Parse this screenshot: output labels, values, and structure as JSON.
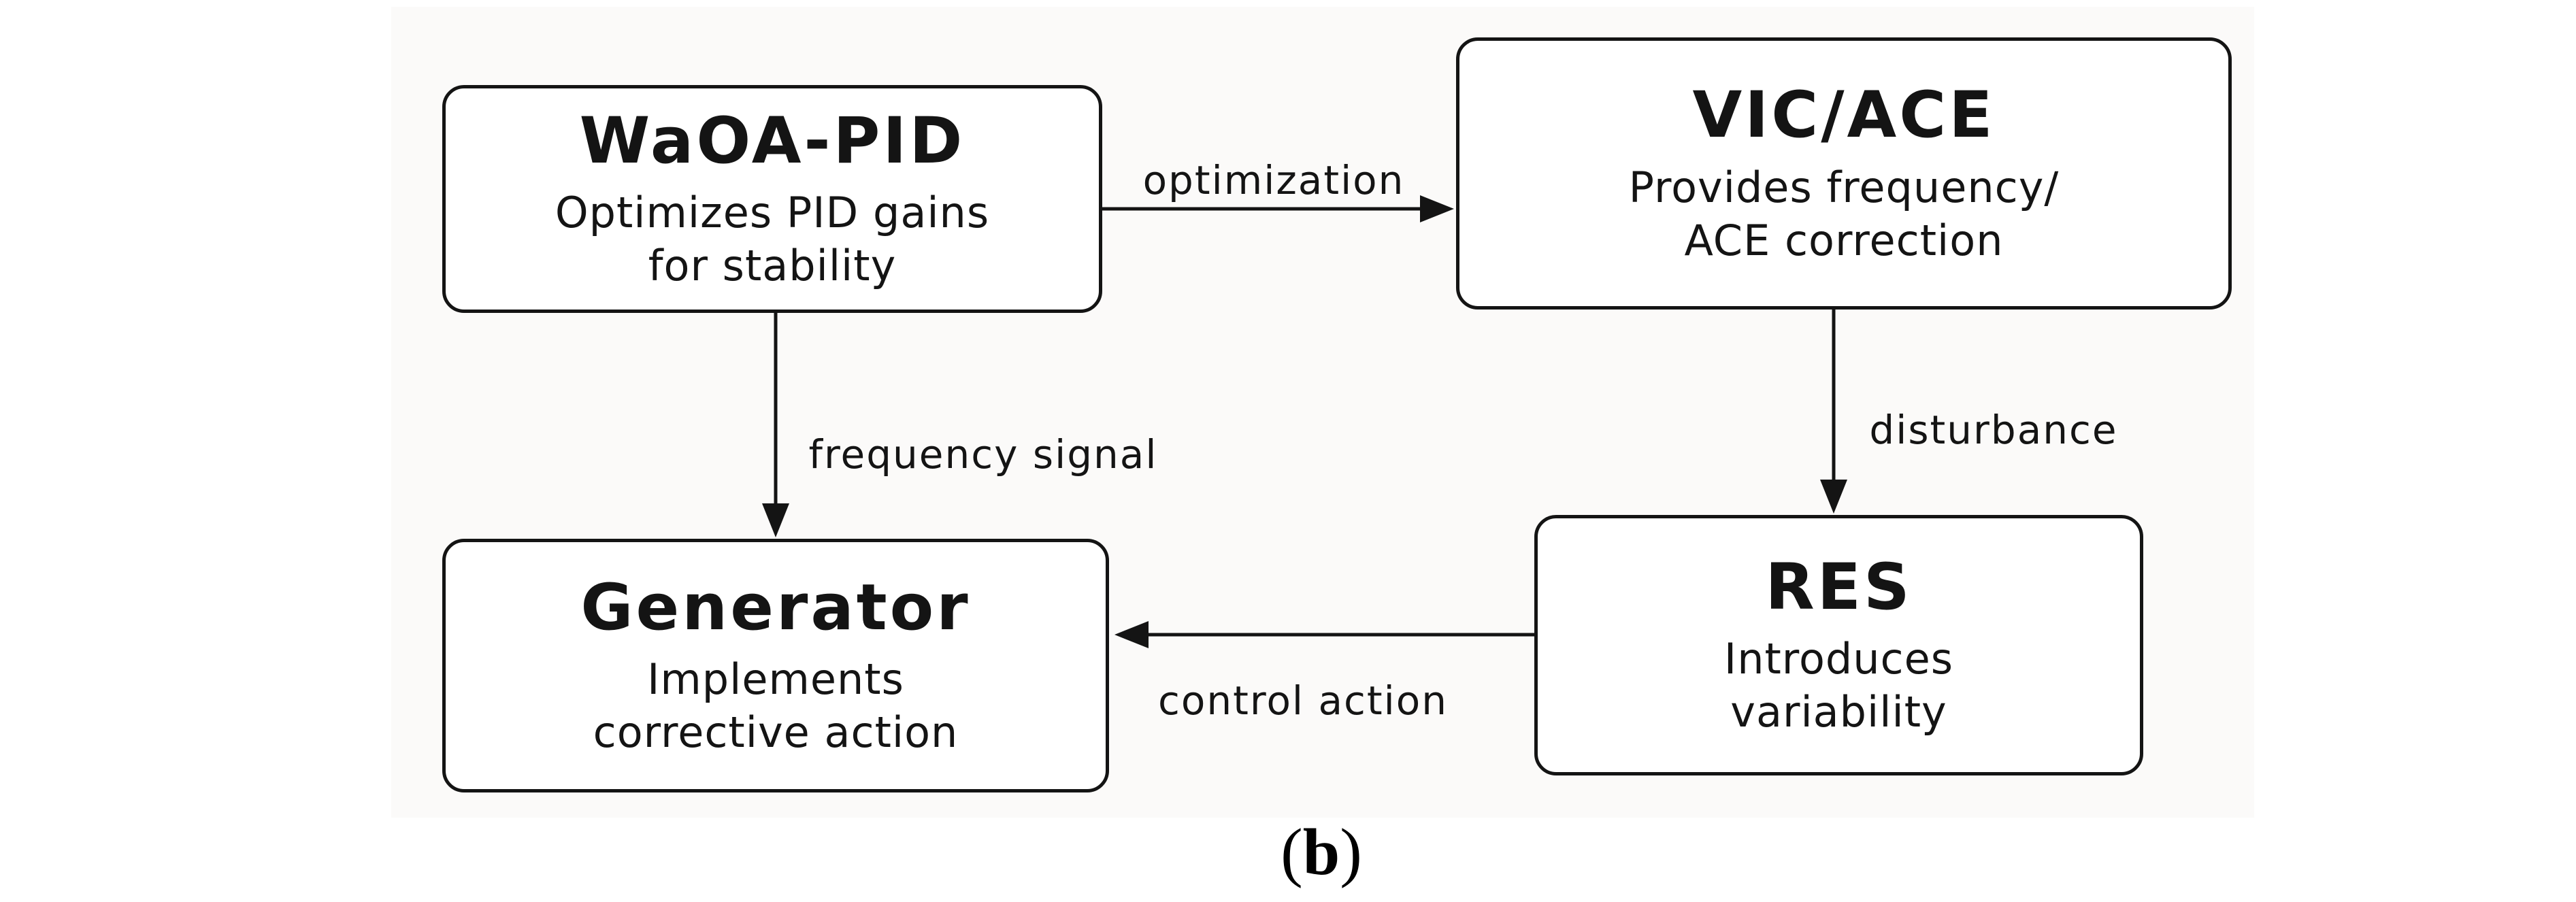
{
  "boxes": {
    "waoa": {
      "title": "WaOA-PID",
      "line1": "Optimizes PID gains",
      "line2": "for stability"
    },
    "vic": {
      "title": "VIC/ACE",
      "line1": "Provides frequency/",
      "line2": "ACE correction"
    },
    "generator": {
      "title": "Generator",
      "line1": "Implements",
      "line2": "corrective action"
    },
    "res": {
      "title": "RES",
      "line1": "Introduces",
      "line2": "variability"
    }
  },
  "arrow_labels": {
    "optimization": "optimization",
    "frequency_signal": "frequency signal",
    "disturbance": "disturbance",
    "control_action": "control action"
  },
  "caption": {
    "open": "(",
    "letter": "b",
    "close": ")"
  },
  "colors": {
    "ink": "#141414",
    "background": "#ffffff",
    "panel": "#fbfaf9"
  }
}
